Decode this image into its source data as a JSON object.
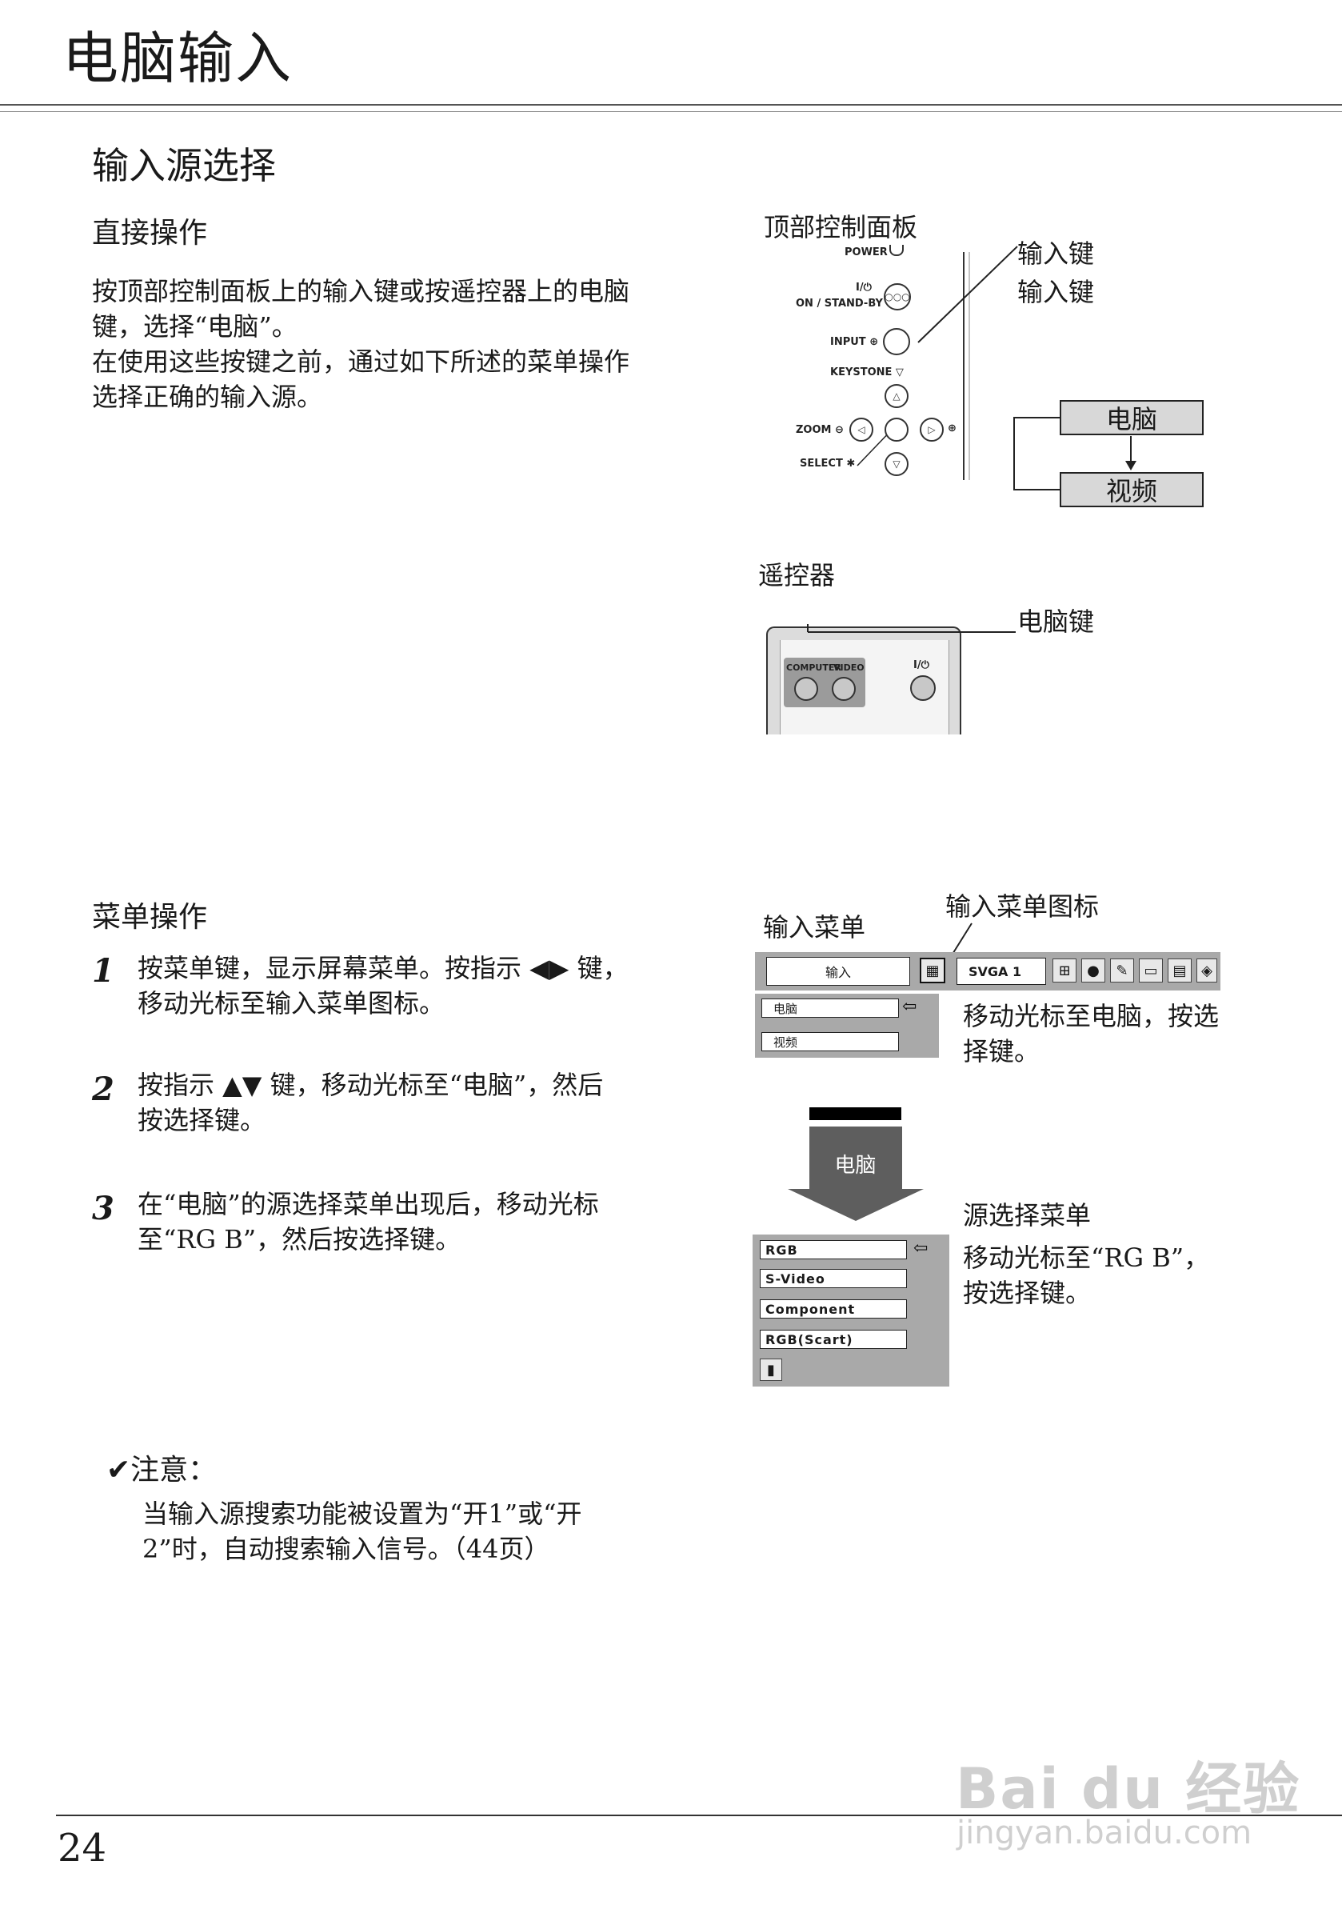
{
  "header": {
    "title": "电脑输入"
  },
  "section": {
    "title": "输入源选择"
  },
  "direct": {
    "heading": "直接操作",
    "lines": [
      "按顶部控制面板上的输入键或按遥控器上的电脑",
      "键，选择“电脑”。",
      "在使用这些按键之前，通过如下所述的菜单操作",
      "选择正确的输入源。"
    ]
  },
  "panel": {
    "title": "顶部控制面板",
    "callouts": [
      "输入键",
      "输入键"
    ],
    "labels": {
      "power": "POWER",
      "standby_icon": "I/⏻",
      "standby": "ON / STAND-BY",
      "input": "INPUT ⊕",
      "keystone": "KEYSTONE ▽",
      "zoom": "ZOOM ⊖",
      "zoom_plus": "⊕",
      "select": "SELECT ✱"
    },
    "cycle": [
      "电脑",
      "视频"
    ]
  },
  "remote": {
    "title": "遥控器",
    "callout": "电脑键",
    "labels": {
      "computer": "COMPUTER",
      "video": "VIDEO",
      "power": "I/⏻"
    }
  },
  "menu_op": {
    "heading": "菜单操作",
    "steps": [
      {
        "num": "1",
        "lines": [
          "按菜单键，显示屏幕菜单。按指示 ◀▶ 键，",
          "移动光标至输入菜单图标。"
        ]
      },
      {
        "num": "2",
        "lines": [
          "按指示 ▲▼ 键，移动光标至“电脑”，然后",
          "按选择键。"
        ]
      },
      {
        "num": "3",
        "lines": [
          "在“电脑”的源选择菜单出现后，移动光标",
          "至“RG B”，然后按选择键。"
        ]
      }
    ]
  },
  "input_menu": {
    "title": "输入菜单",
    "icon_label": "输入菜单图标",
    "field": "输入",
    "signal": "SVGA 1",
    "items": [
      "电脑",
      "视频"
    ],
    "note": [
      "移动光标至电脑，按选",
      "择键。"
    ],
    "arrow_label": "电脑"
  },
  "source_menu": {
    "title": "源选择菜单",
    "items": [
      "RGB",
      "S-Video",
      "Component",
      "RGB(Scart)"
    ],
    "note": [
      "移动光标至“RG B”，",
      "按选择键。"
    ]
  },
  "note": {
    "heading": "✔注意：",
    "lines": [
      "当输入源搜索功能被设置为“开1”或“开",
      "2”时，自动搜索输入信号。（44页）"
    ]
  },
  "footer": {
    "page_number": "24"
  },
  "watermark": {
    "brand": "Bai du 经验",
    "url": "jingyan.baidu.com"
  }
}
